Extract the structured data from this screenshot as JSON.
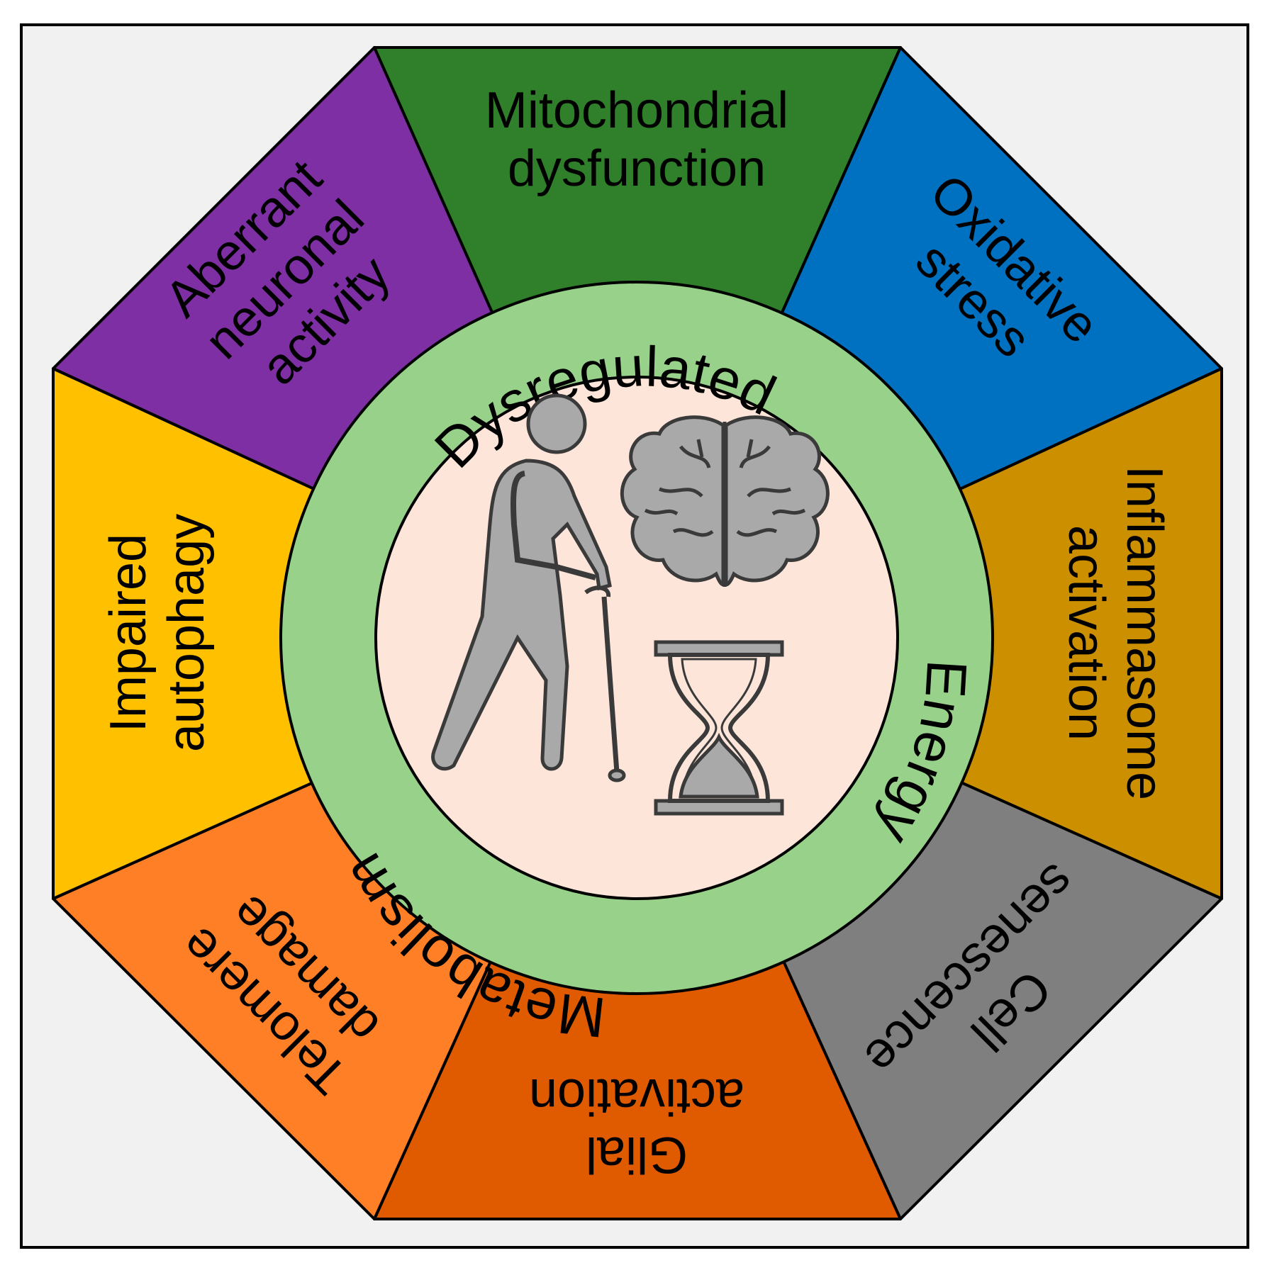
{
  "colors": {
    "background": "#f1f1f1",
    "frame_border": "#000000",
    "ring": "#98d28a",
    "center": "#fde5da",
    "icon_fill": "#a9a9a9",
    "icon_stroke": "#3a3a3a"
  },
  "segments": [
    {
      "id": "mitochondrial",
      "lines": [
        "Mitochondrial",
        "dysfunction"
      ],
      "color": "#2f7f2b"
    },
    {
      "id": "oxidative",
      "lines": [
        "Oxidative",
        "stress"
      ],
      "color": "#0070c0"
    },
    {
      "id": "inflammasome",
      "lines": [
        "Inflammasome",
        "activation"
      ],
      "color": "#cc8f00"
    },
    {
      "id": "cell",
      "lines": [
        "Cell",
        "senescence"
      ],
      "color": "#7f7f7f"
    },
    {
      "id": "glial",
      "lines": [
        "Glial",
        "activation"
      ],
      "color": "#e05a00"
    },
    {
      "id": "telomere",
      "lines": [
        "Telomere",
        "damage"
      ],
      "color": "#ff7f26"
    },
    {
      "id": "autophagy",
      "lines": [
        "Impaired",
        "autophagy"
      ],
      "color": "#ffc000"
    },
    {
      "id": "aberrant",
      "lines": [
        "Aberrant",
        "neuronal",
        "activity"
      ],
      "color": "#7e2fa3"
    }
  ],
  "ring_text": {
    "top": "Dysregulated",
    "right": "Energy",
    "bottom": "Metabolism"
  },
  "icons": [
    "elderly-person-with-cane-icon",
    "brain-icon",
    "hourglass-icon"
  ]
}
